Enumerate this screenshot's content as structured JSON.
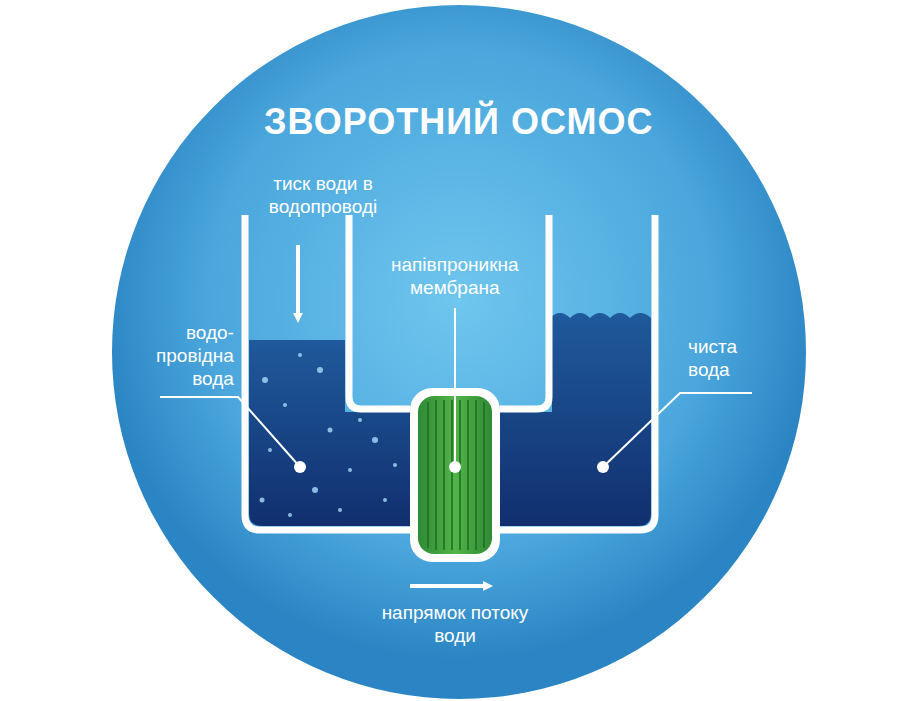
{
  "diagram": {
    "title": "ЗВОРОТНИЙ ОСМОС",
    "labels": [
      "тиск води в водопроводі",
      "напівпроникна мембрана",
      "водо- провідна вода",
      "чиста вода",
      "напрямок потоку води"
    ]
  }
}
